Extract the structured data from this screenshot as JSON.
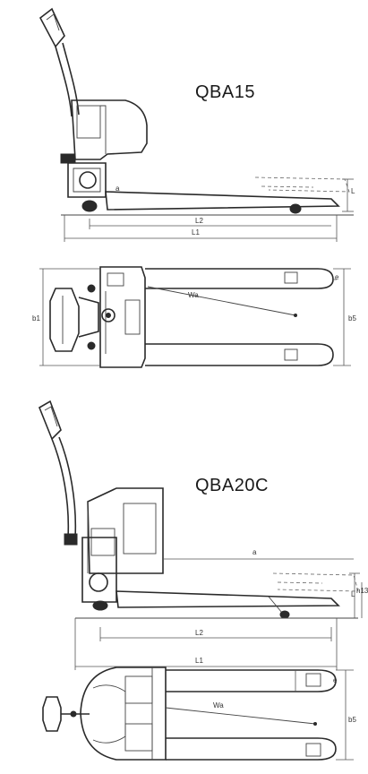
{
  "models": [
    {
      "name": "QBA15",
      "side_view": {
        "dim_labels": [
          "a",
          "L2",
          "L1",
          "L"
        ]
      },
      "top_view": {
        "dim_labels": [
          "Wa",
          "b1",
          "b5",
          "e"
        ]
      }
    },
    {
      "name": "QBA20C",
      "side_view": {
        "dim_labels": [
          "a",
          "h13",
          "L2",
          "L1",
          "L"
        ]
      },
      "top_view": {
        "dim_labels": [
          "Wa",
          "b5",
          "e"
        ]
      }
    }
  ]
}
